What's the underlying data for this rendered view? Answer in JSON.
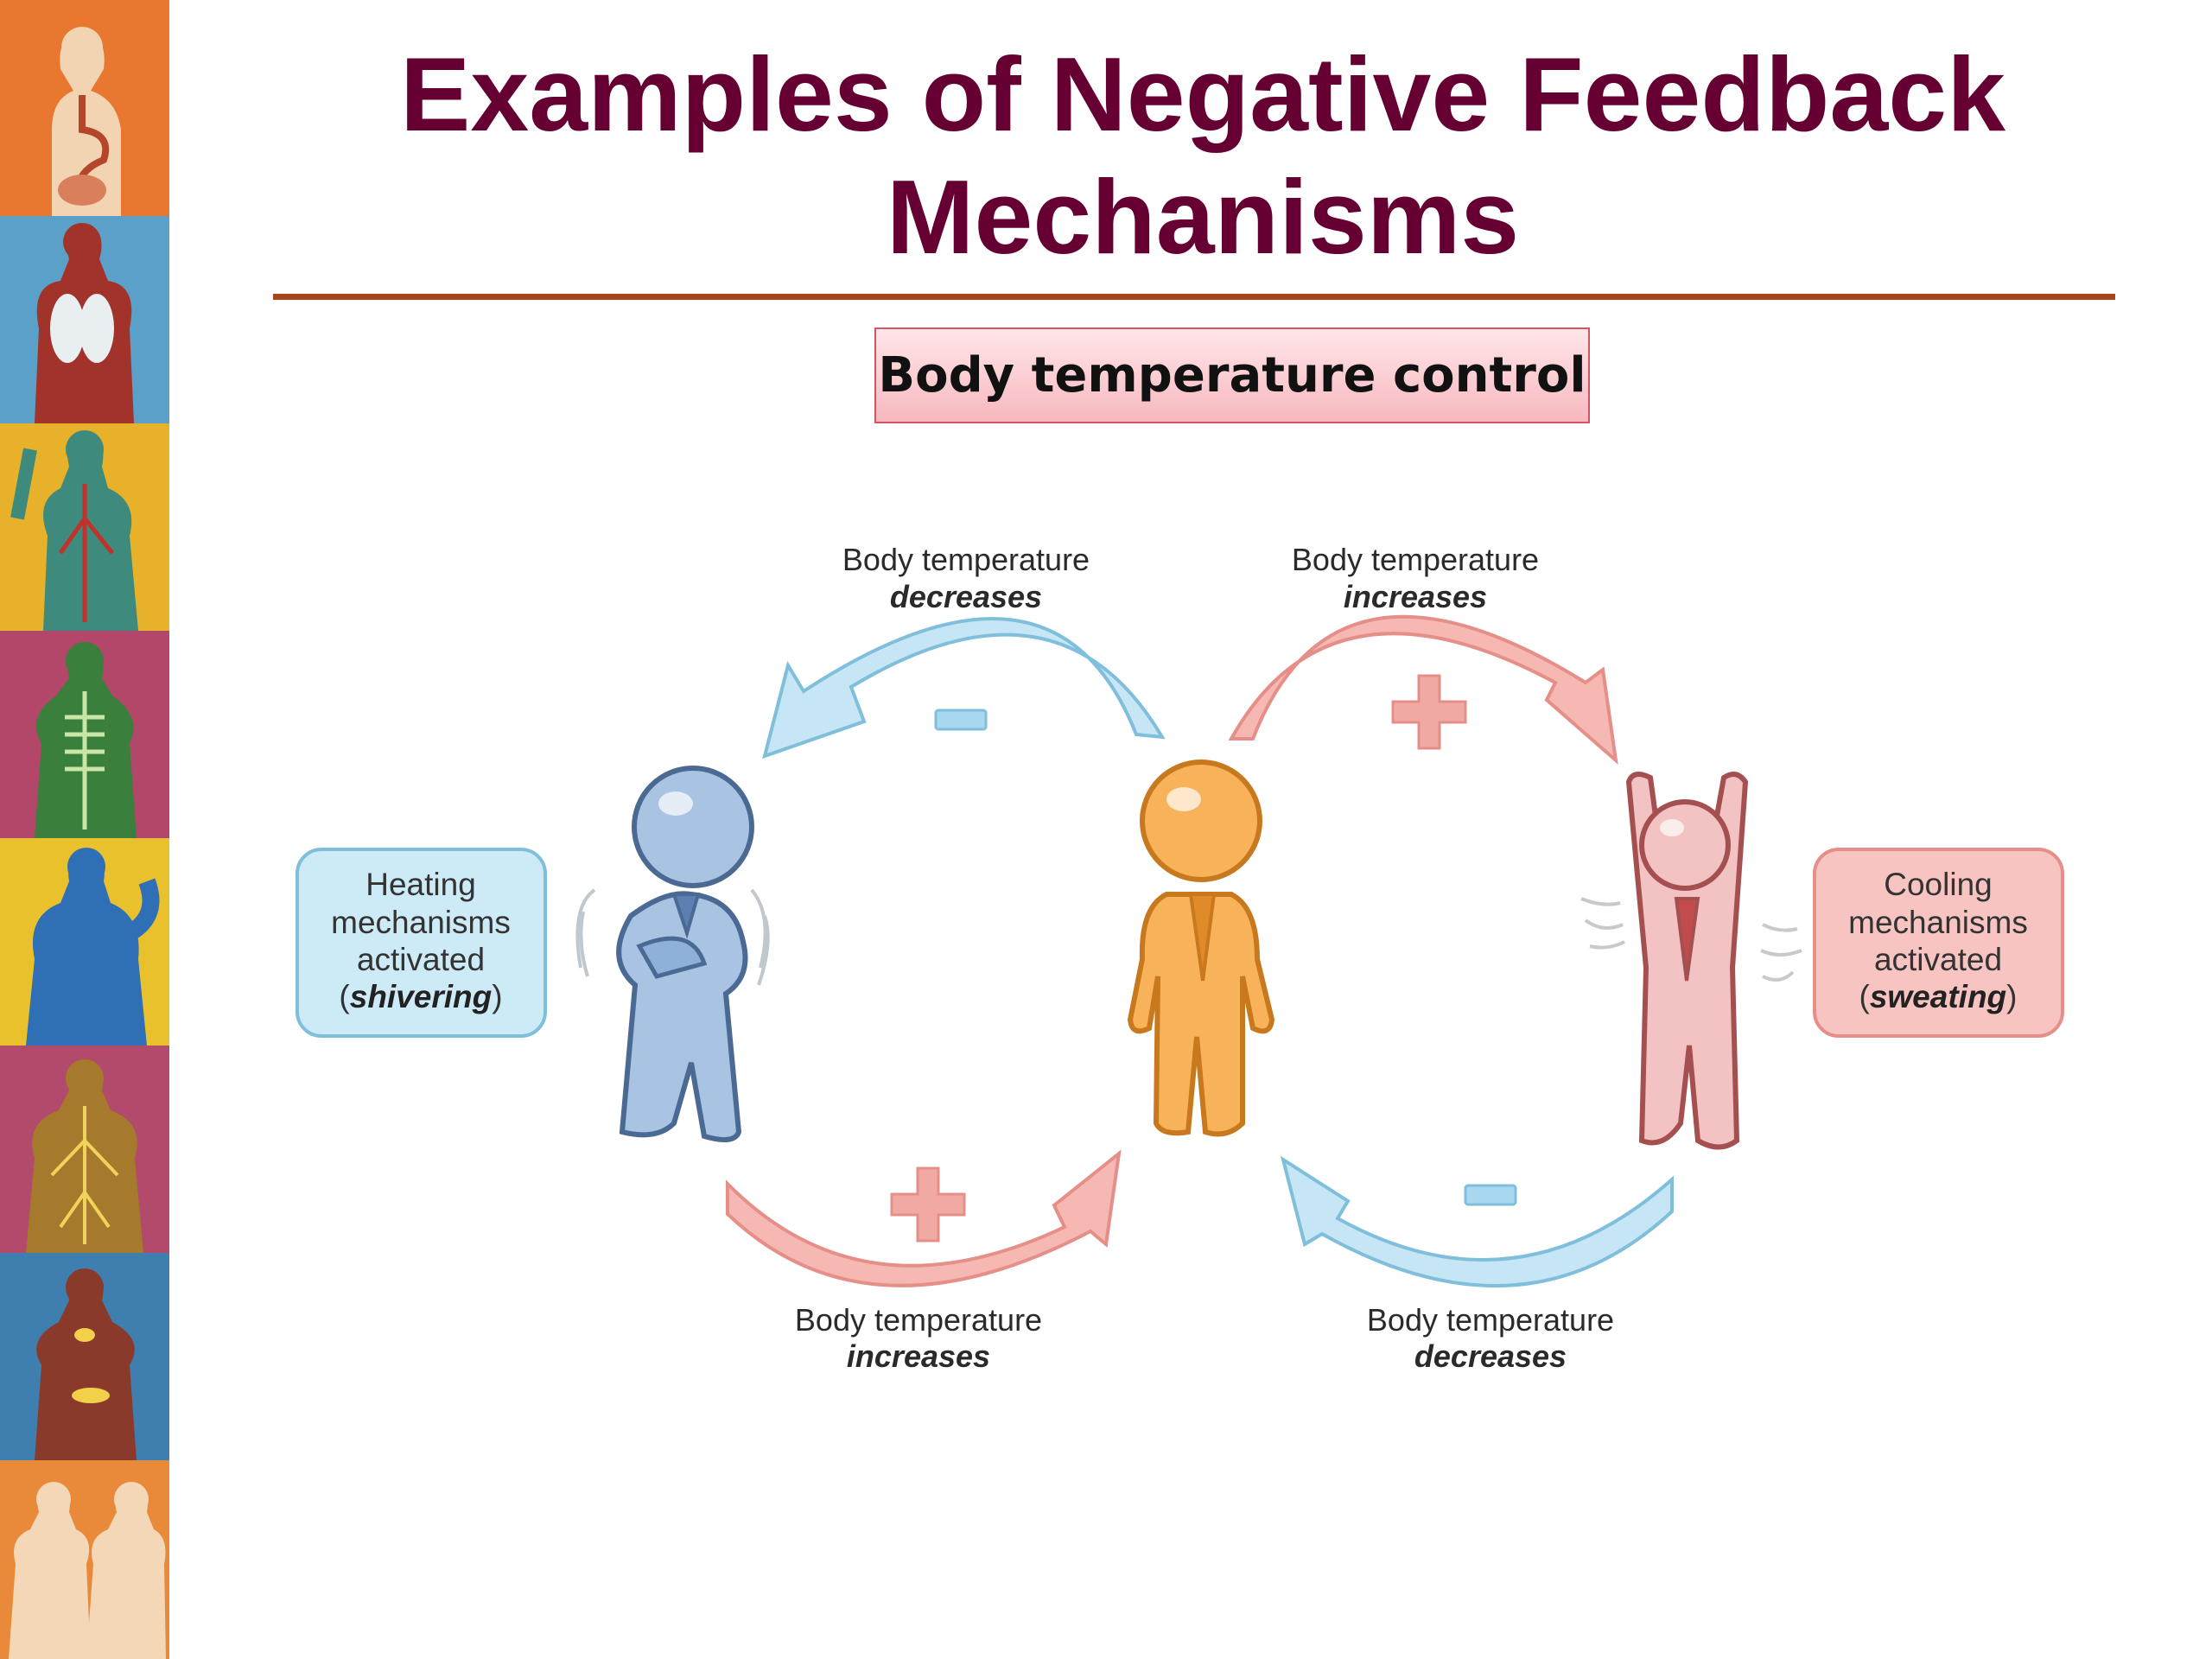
{
  "slide": {
    "title_line1": "Examples of Negative Feedback",
    "title_line2": "Mechanisms",
    "subtitle": "Body temperature control"
  },
  "labels": {
    "top_left": {
      "line1": "Body temperature",
      "line2": "decreases"
    },
    "top_right": {
      "line1": "Body temperature",
      "line2": "increases"
    },
    "bottom_left": {
      "line1": "Body temperature",
      "line2": "increases"
    },
    "bottom_right": {
      "line1": "Body temperature",
      "line2": "decreases"
    }
  },
  "boxes": {
    "heating": {
      "line1": "Heating",
      "line2": "mechanisms",
      "line3": "activated",
      "open": "(",
      "italic": "shivering",
      "close": ")"
    },
    "cooling": {
      "line1": "Cooling",
      "line2": "mechanisms",
      "line3": "activated",
      "open": "(",
      "italic": "sweating",
      "close": ")"
    }
  },
  "sidebar_panels": [
    {
      "system": "digestive",
      "bg": "#e8782f"
    },
    {
      "system": "respiratory",
      "bg": "#5aa0c8"
    },
    {
      "system": "circulatory",
      "bg": "#e7b12a"
    },
    {
      "system": "skeletal",
      "bg": "#b2476a"
    },
    {
      "system": "muscular",
      "bg": "#e9c12c"
    },
    {
      "system": "nervous",
      "bg": "#b24a6c"
    },
    {
      "system": "endocrine",
      "bg": "#3f7fb0"
    },
    {
      "system": "reproductive",
      "bg": "#e98a3a"
    }
  ],
  "colors": {
    "title": "#660033",
    "rule": "#a7431d",
    "cold_fill": "#c6e6f5",
    "cold_stroke": "#7fbfdc",
    "warm_fill": "#f6b8b3",
    "warm_stroke": "#e58f88",
    "person_cold": "#a9c3e3",
    "person_normal": "#f7b25a",
    "person_hot": "#f3c2c2"
  }
}
